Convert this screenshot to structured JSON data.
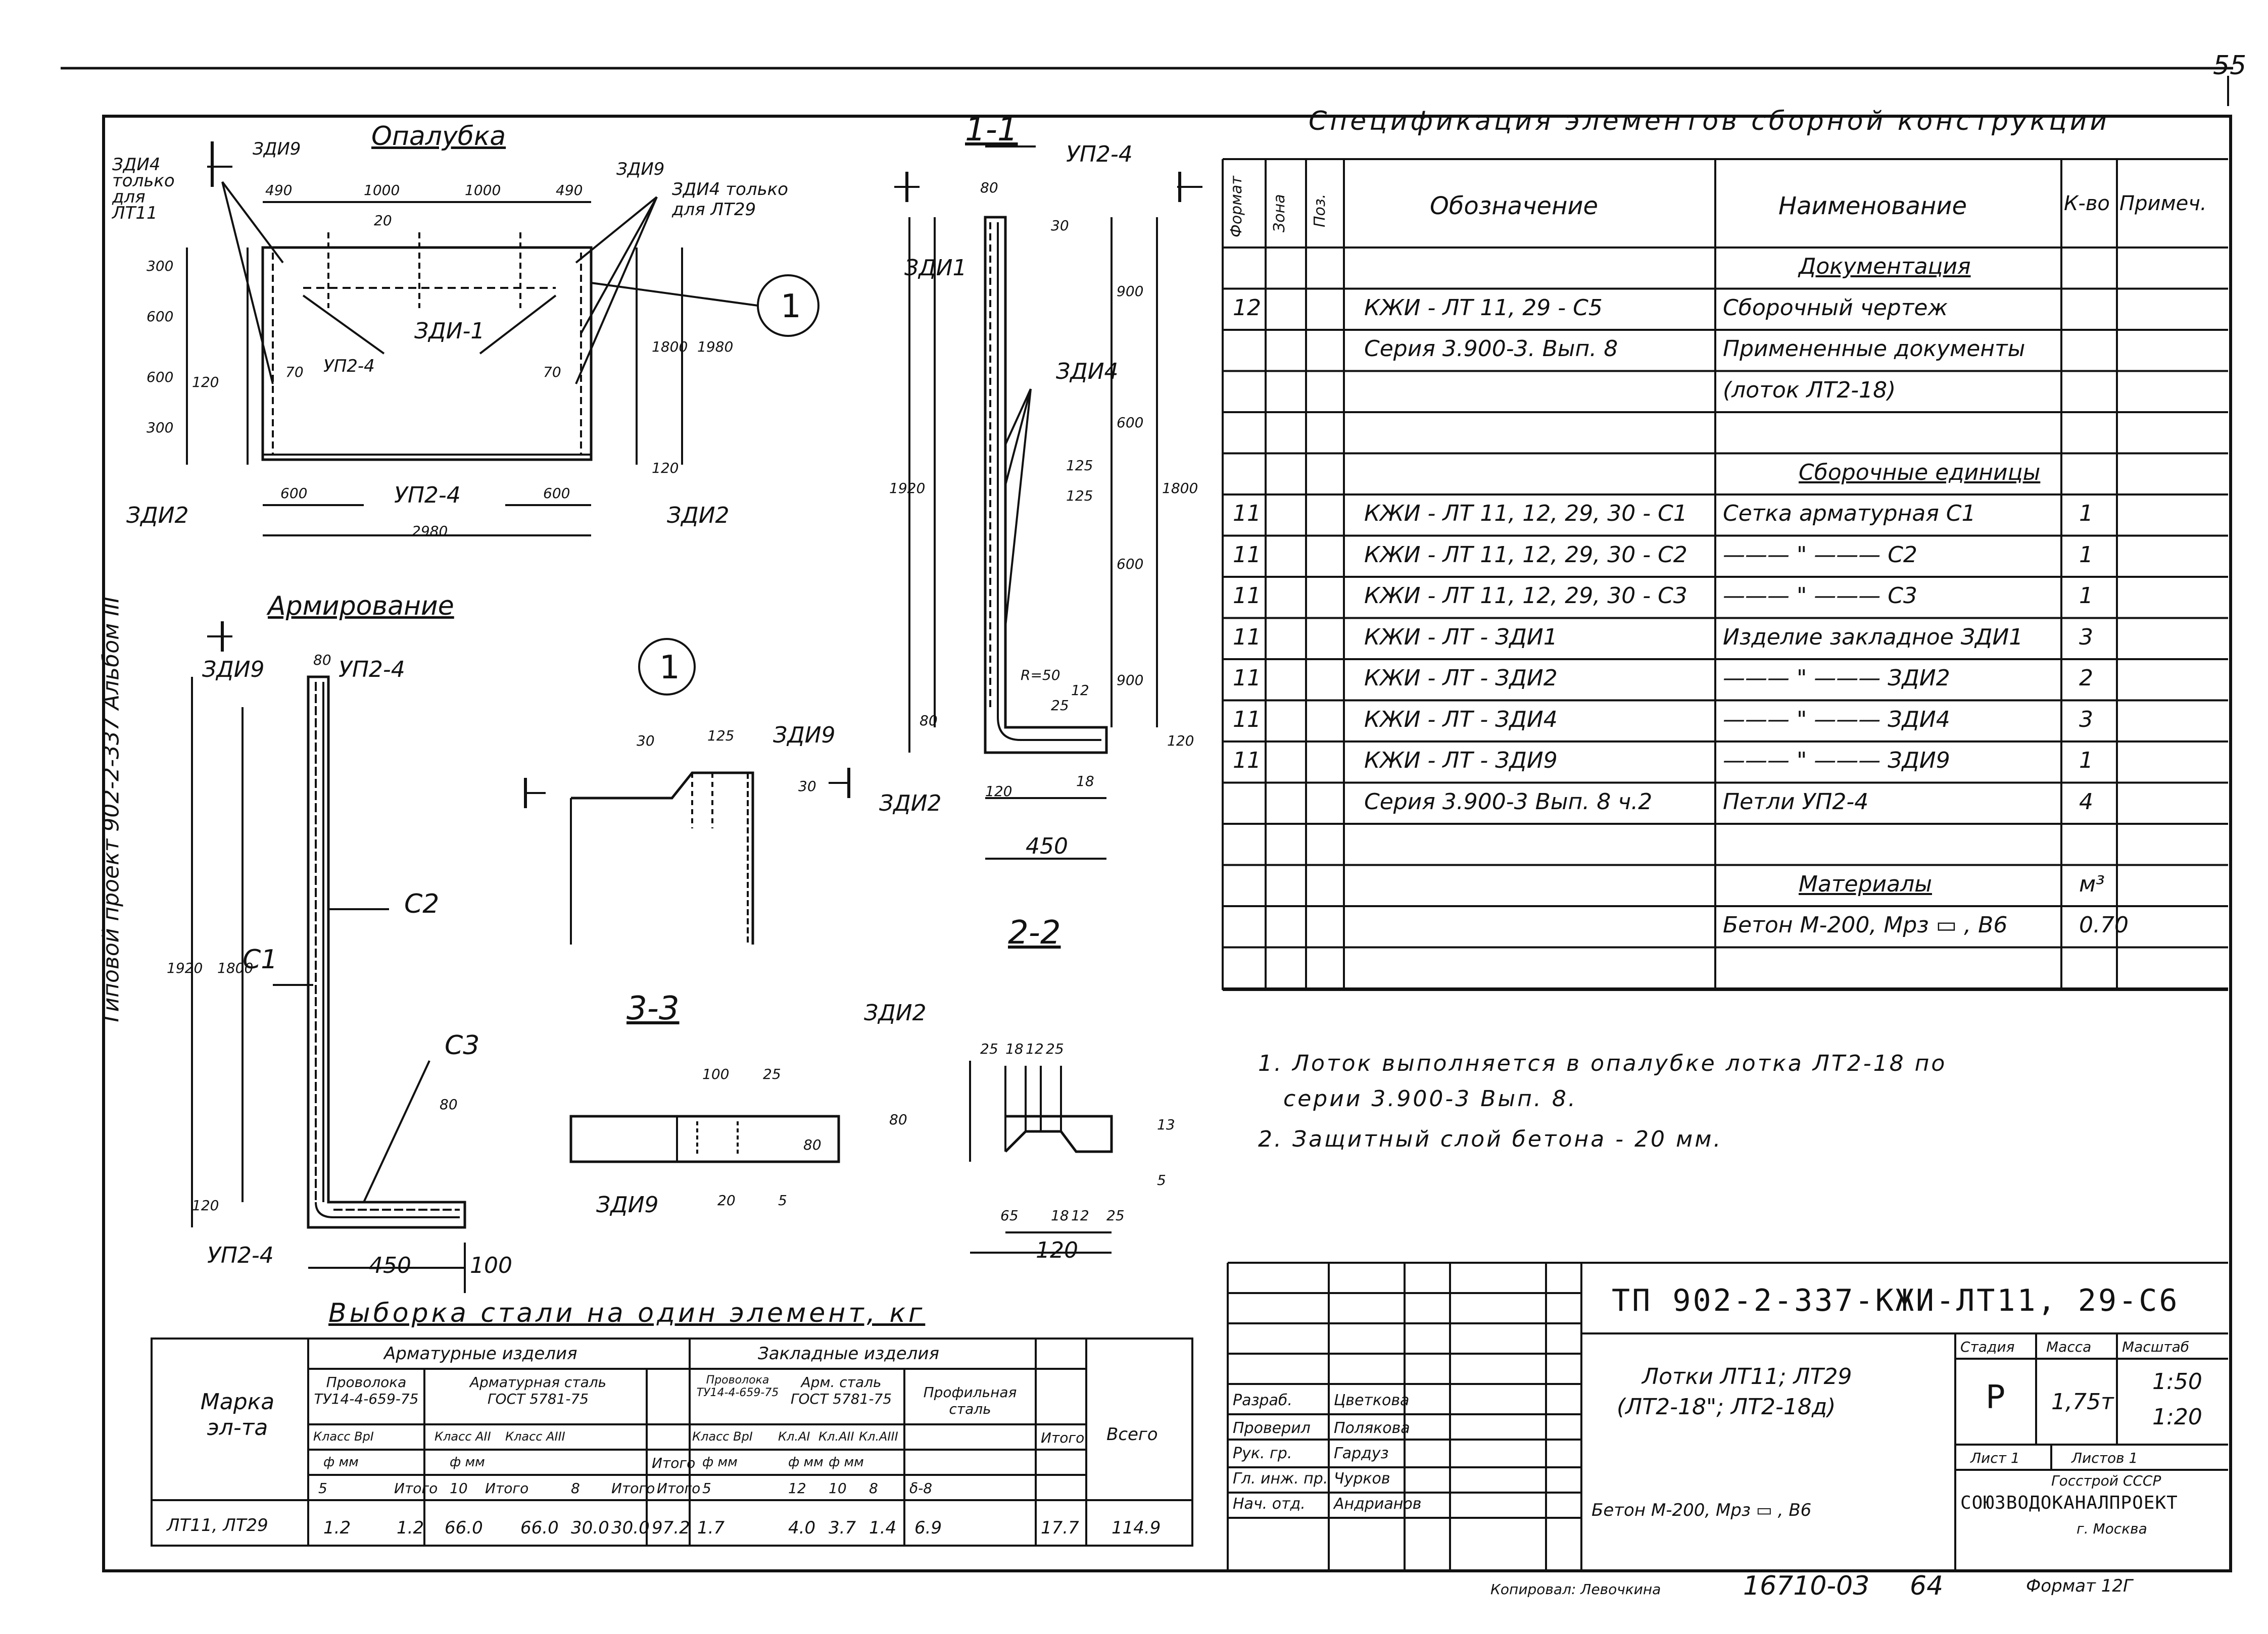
{
  "page_number": "55",
  "side_label": "Типовой проект 902-2-337 Альбом III",
  "views": {
    "formwork_title": "Опалубка",
    "reinforcement_title": "Армирование",
    "section_1": "1-1",
    "section_2": "2-2",
    "section_3": "3-3",
    "callout_1": "1"
  },
  "formwork": {
    "labels": [
      "ЗДИ4 только для ЛТ11",
      "ЗДИ9",
      "ЗДИ9",
      "ЗДИ4 только для ЛТ29",
      "ЗДИ-1",
      "УП2-4",
      "ЗДИ2",
      "УП2-4",
      "ЗДИ2"
    ],
    "dims_top": [
      "490",
      "1000",
      "1000",
      "490"
    ],
    "dims_left": [
      "300",
      "600",
      "600",
      "120",
      "300"
    ],
    "dims_right": [
      "1800",
      "1980"
    ],
    "dims_bottom": [
      "600",
      "600",
      "2980"
    ],
    "misc": [
      "20",
      "70",
      "70",
      "120"
    ]
  },
  "section11": {
    "labels": [
      "УП2-4",
      "ЗДИ1",
      "ЗДИ4",
      "ЗДИ2"
    ],
    "dims": [
      "80",
      "30",
      "900",
      "600",
      "600",
      "900",
      "1800",
      "1920",
      "125",
      "125",
      "R=50",
      "25",
      "12",
      "18",
      "120",
      "80",
      "120",
      "450"
    ]
  },
  "reinforcement": {
    "labels": [
      "ЗДИ9",
      "УП2-4",
      "С2",
      "С1",
      "С3",
      "УП2-4"
    ],
    "dims": [
      "80",
      "1920",
      "1800",
      "80",
      "120",
      "450",
      "100"
    ]
  },
  "detail1": {
    "label": "ЗДИ9",
    "dims": [
      "30",
      "125",
      "30"
    ]
  },
  "section33": {
    "label": "ЗДИ9",
    "dims": [
      "100",
      "25",
      "80",
      "20",
      "5"
    ]
  },
  "section22": {
    "label": "ЗДИ2",
    "dims": [
      "25",
      "18",
      "12",
      "25",
      "80",
      "13",
      "5",
      "65",
      "18",
      "12",
      "25",
      "120"
    ]
  },
  "spec": {
    "title": "Спецификация элементов сборной конструкции",
    "headers": [
      "Формат",
      "Зона",
      "Поз.",
      "Обозначение",
      "Наименование",
      "К-во",
      "Примеч."
    ],
    "rows": [
      {
        "f": "",
        "designation": "",
        "name": "Документация",
        "qty": "",
        "note": "",
        "section": true
      },
      {
        "f": "12",
        "designation": "КЖИ - ЛТ 11, 29 - С5",
        "name": "Сборочный чертеж",
        "qty": "",
        "note": ""
      },
      {
        "f": "",
        "designation": "Серия 3.900-3. Вып. 8",
        "name": "Примененные документы",
        "qty": "",
        "note": ""
      },
      {
        "f": "",
        "designation": "",
        "name": "(лоток ЛТ2-18)",
        "qty": "",
        "note": ""
      },
      {
        "f": "",
        "designation": "",
        "name": "",
        "qty": "",
        "note": ""
      },
      {
        "f": "",
        "designation": "",
        "name": "Сборочные единицы",
        "qty": "",
        "note": "",
        "section": true
      },
      {
        "f": "11",
        "designation": "КЖИ - ЛТ 11, 12, 29, 30 - С1",
        "name": "Сетка арматурная С1",
        "qty": "1",
        "note": ""
      },
      {
        "f": "11",
        "designation": "КЖИ - ЛТ 11, 12, 29, 30 - С2",
        "name": "——— \" ——— С2",
        "qty": "1",
        "note": ""
      },
      {
        "f": "11",
        "designation": "КЖИ - ЛТ 11, 12, 29, 30 - С3",
        "name": "——— \" ——— С3",
        "qty": "1",
        "note": ""
      },
      {
        "f": "11",
        "designation": "КЖИ - ЛТ - ЗДИ1",
        "name": "Изделие закладное ЗДИ1",
        "qty": "3",
        "note": ""
      },
      {
        "f": "11",
        "designation": "КЖИ - ЛТ - ЗДИ2",
        "name": "——— \" ——— ЗДИ2",
        "qty": "2",
        "note": ""
      },
      {
        "f": "11",
        "designation": "КЖИ - ЛТ - ЗДИ4",
        "name": "——— \" ——— ЗДИ4",
        "qty": "3",
        "note": ""
      },
      {
        "f": "11",
        "designation": "КЖИ - ЛТ - ЗДИ9",
        "name": "——— \" ——— ЗДИ9",
        "qty": "1",
        "note": ""
      },
      {
        "f": "",
        "designation": "Серия 3.900-3 Вып. 8 ч.2",
        "name": "Петли УП2-4",
        "qty": "4",
        "note": ""
      },
      {
        "f": "",
        "designation": "",
        "name": "",
        "qty": "",
        "note": ""
      },
      {
        "f": "",
        "designation": "",
        "name": "Материалы",
        "qty": "м³",
        "note": "",
        "section": true
      },
      {
        "f": "",
        "designation": "",
        "name": "Бетон М-200, Мрз ▭ , В6",
        "qty": "0.70",
        "note": ""
      },
      {
        "f": "",
        "designation": "",
        "name": "",
        "qty": "",
        "note": ""
      }
    ]
  },
  "notes": [
    "1. Лоток выполняется в опалубке лотка ЛТ2-18 по",
    "серии 3.900-3 Вып. 8.",
    "2. Защитный слой бетона - 20 мм."
  ],
  "steel": {
    "title": "Выборка стали на один элемент, кг",
    "mark_header": "Марка эл-та",
    "group1": "Арматурные изделия",
    "group2": "Закладные изделия",
    "sub1": [
      "Проволока ТУ14-4-659-75",
      "Арматурная сталь ГОСТ 5781-75"
    ],
    "sub2": [
      "Проволока ТУ14-4-659-75",
      "Арм. сталь ГОСТ 5781-75",
      "Профильная сталь"
    ],
    "classes": [
      "Класс ВрI",
      "Класс АII",
      "Класс АIII",
      "Класс ВрI",
      "Кл.АI",
      "Кл.АII",
      "Кл.АIII"
    ],
    "phi": [
      "ф мм",
      "ф мм",
      "ф мм",
      "ф мм",
      "ф мм"
    ],
    "sizes": [
      "5",
      "Итого",
      "10",
      "Итого",
      "8",
      "Итого",
      "Итого",
      "5",
      "12",
      "10",
      "8",
      "δ-8",
      "Итого",
      "Всего"
    ],
    "total_label": "Итого",
    "grand_label": "Всего",
    "row": {
      "mark": "ЛТ11, ЛТ29",
      "values": [
        "1.2",
        "",
        "1.2",
        "66.0",
        "",
        "66.0",
        "30.0",
        "30.0",
        "97.2",
        "1.7",
        "",
        "4.0",
        "3.7",
        "1.4",
        "6.9",
        "",
        "17.7",
        "114.9"
      ]
    }
  },
  "title_block": {
    "code": "ТП 902-2-337-КЖИ-ЛТ11, 29-С6",
    "name_line1": "Лотки ЛТ11; ЛТ29",
    "name_line2": "(ЛТ2-18\"; ЛТ2-18д)",
    "concrete": "Бетон М-200, Мрз ▭ , В6",
    "roles": [
      "Разраб.",
      "Проверил",
      "Рук. гр.",
      "Гл. инж. пр.",
      "Нач. отд."
    ],
    "people": [
      "Цветкова",
      "Полякова",
      "Гардуз",
      "Чурков",
      "Андрианов"
    ],
    "stage_header": "Стадия",
    "mass_header": "Масса",
    "scale_header": "Масштаб",
    "stage": "Р",
    "mass": "1,75т",
    "scale1": "1:50",
    "scale2": "1:20",
    "sheet": "Лист 1",
    "sheets": "Листов 1",
    "org1": "Госстрой СССР",
    "org2": "СОЮЗВОДОКАНАЛПРОЕКТ",
    "org3": "г. Москва"
  },
  "footer": {
    "copied": "Копировал: Левочкина",
    "number": "16710-03",
    "sheet_no": "64",
    "format": "Формат 12Г"
  }
}
